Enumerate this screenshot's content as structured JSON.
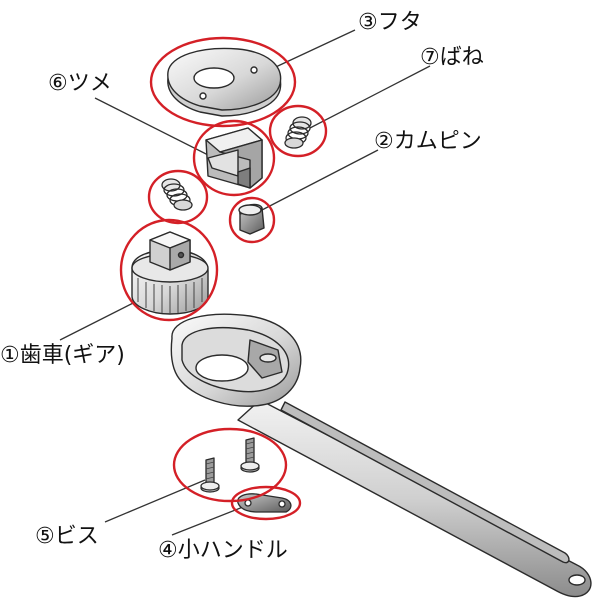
{
  "labels": {
    "lid": "③フタ",
    "spring_top": "⑦ばね",
    "pawl": "⑥ツメ",
    "cam_pin": "②カムピン",
    "gear": "①歯車(ギア)",
    "screws": "⑤ビス",
    "small_handle": "④小ハンドル"
  },
  "colors": {
    "highlight": "#d42027",
    "outline": "#2b2b2b",
    "metal_light": "#f4f4f4",
    "metal_mid": "#c9c9c9",
    "metal_dark": "#8a8a8a",
    "leader": "#333333"
  }
}
